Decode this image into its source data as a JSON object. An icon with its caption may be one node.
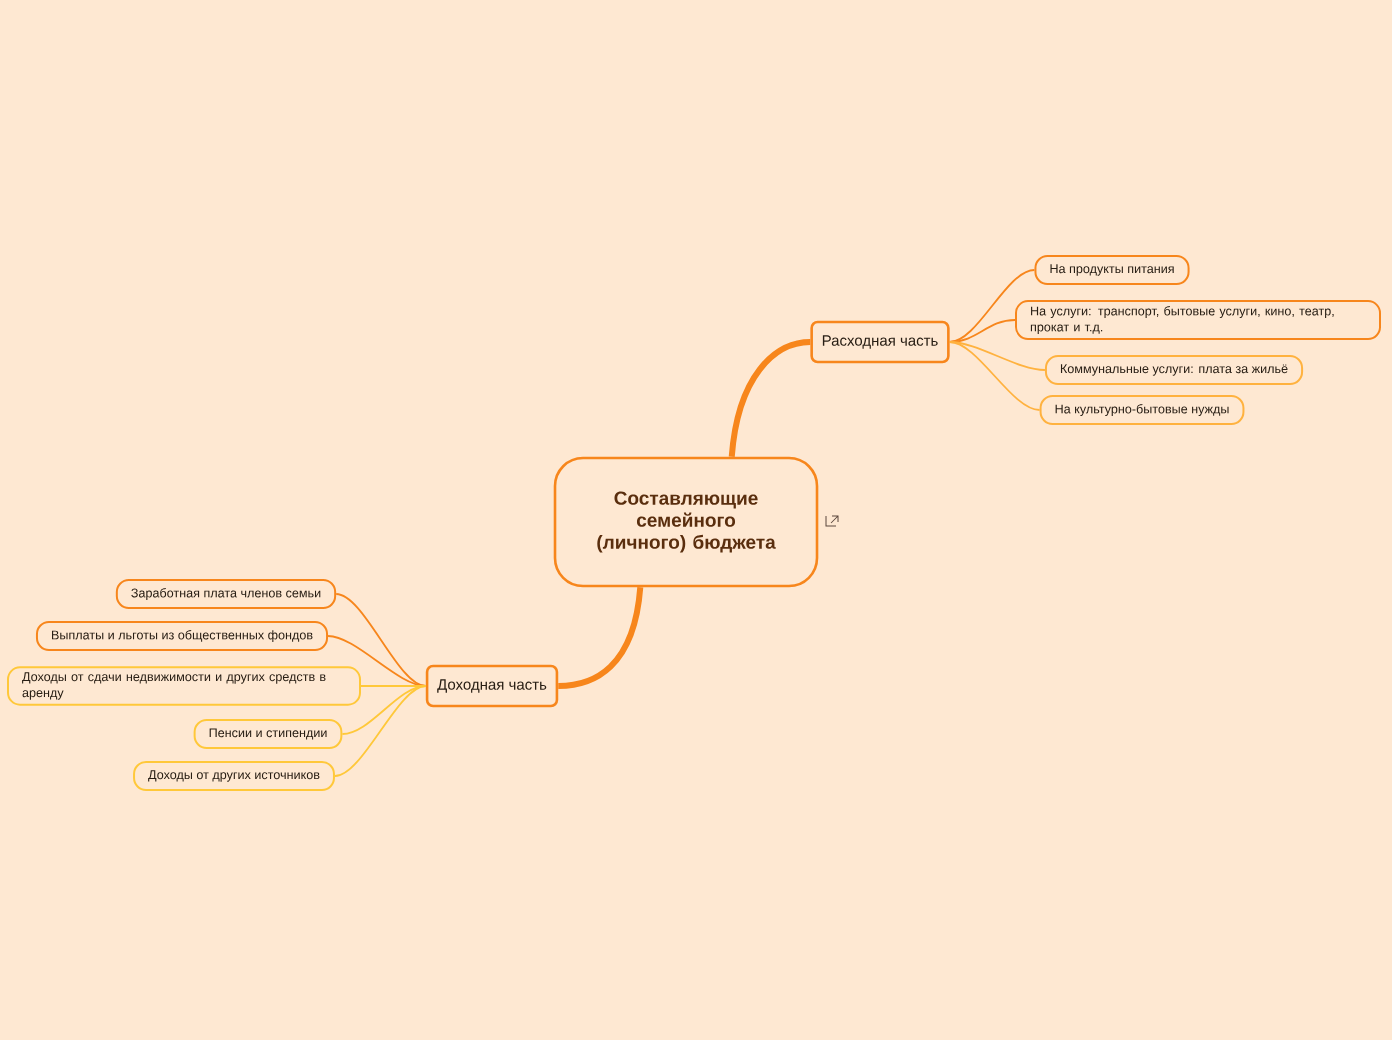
{
  "diagram": {
    "nodes": [
      {
        "text": [
          "Составляющие семейного (личного) бюджета"
        ]
      },
      {
        "text": [
          "Расходная часть"
        ]
      },
      {
        "text": [
          "На продукты питания"
        ]
      },
      {
        "text": [
          "На услуги: транспорт, бытовые услуги, кино, театр, прокат и т.д."
        ]
      },
      {
        "text": [
          "Коммунальные услуги: плата за жильё"
        ]
      },
      {
        "text": [
          "На культурно-бытовые нужды"
        ]
      },
      {
        "text": [
          "Доходная часть"
        ]
      },
      {
        "text": [
          "Заработная плата членов семьи"
        ]
      },
      {
        "text": [
          "Выплаты и льготы из общественных фондов"
        ]
      },
      {
        "text": [
          "Доходы от сдачи недвижимости и других средств в аренду"
        ]
      },
      {
        "text": [
          "Пенсии и стипендии"
        ]
      },
      {
        "text": [
          "Доходы от других источников"
        ]
      }
    ],
    "edges": [
      {
        "from": 0,
        "to": 1,
        "arrow": "none",
        "style": "thick"
      },
      {
        "from": 1,
        "to": 2,
        "arrow": "none"
      },
      {
        "from": 1,
        "to": 3,
        "arrow": "none"
      },
      {
        "from": 1,
        "to": 4,
        "arrow": "none",
        "color": "#ffb23f"
      },
      {
        "from": 1,
        "to": 5,
        "arrow": "none",
        "color": "#ffb23f"
      },
      {
        "from": 0,
        "to": 6,
        "arrow": "none",
        "style": "thick"
      },
      {
        "from": 6,
        "to": 7,
        "arrow": "none"
      },
      {
        "from": 6,
        "to": 8,
        "arrow": "none"
      },
      {
        "from": 6,
        "to": 9,
        "arrow": "none",
        "color": "#ffc83a"
      },
      {
        "from": 6,
        "to": 10,
        "arrow": "none",
        "color": "#ffc83a"
      },
      {
        "from": 6,
        "to": 11,
        "arrow": "none",
        "color": "#ffc83a"
      }
    ]
  }
}
